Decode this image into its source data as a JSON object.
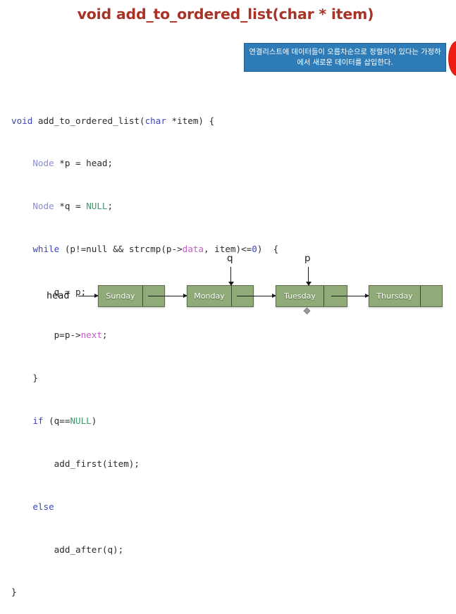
{
  "slide": {
    "title": "void add_to_ordered_list(char * item)",
    "title_color": "#a83226",
    "background": "#ffffff"
  },
  "callout": {
    "text": "연결리스트에 데이터들이 오름차순으로 정렬되어 있다는 가정하에서 새로운 데이터를 삽입한다.",
    "background": "#2d7cb8",
    "text_color": "#ffffff"
  },
  "decoration": {
    "red_ellipse_color": "#ee1c11"
  },
  "code": {
    "language": "c",
    "lines": [
      "void add_to_ordered_list(char *item) {",
      "    Node *p = head;",
      "    Node *q = NULL;",
      "    while (p!=null && strcmp(p->data, item)<=0)  {",
      "        q = p;",
      "        p=p->next;",
      "    }",
      "    if (q==NULL)",
      "        add_first(item);",
      "    else",
      "        add_after(q);",
      "}"
    ],
    "colors": {
      "keyword": "#3a46b8",
      "type": "#8b8bd6",
      "constant": "#3f9a6a",
      "member": "#c060c0",
      "plain": "#2b2b2b"
    }
  },
  "diagram": {
    "head_label": "head",
    "node_fill": "#90ab77",
    "node_border": "#5e6b4e",
    "nodes": [
      {
        "label": "Sunday"
      },
      {
        "label": "Monday"
      },
      {
        "label": "Tuesday"
      },
      {
        "label": "Thursday"
      }
    ],
    "pointers": [
      {
        "name": "q",
        "target": "Monday"
      },
      {
        "name": "p",
        "target": "Tuesday"
      }
    ]
  }
}
